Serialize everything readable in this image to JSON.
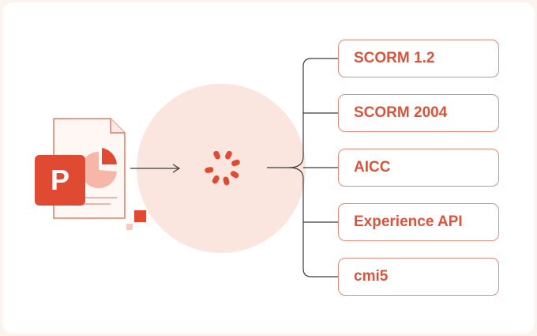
{
  "source": {
    "icon": "powerpoint-file-icon",
    "badge_letter": "P"
  },
  "converter": {
    "icon": "ispring-sunburst-icon"
  },
  "outputs": [
    {
      "label": "SCORM 1.2"
    },
    {
      "label": "SCORM 2004"
    },
    {
      "label": "AICC"
    },
    {
      "label": "Experience API"
    },
    {
      "label": "cmi5"
    }
  ],
  "colors": {
    "accent": "#d9533d",
    "box_border": "#e98877",
    "halo": "#fbe5df",
    "badge": "#e04a33",
    "connector": "#3a3a3a",
    "page_bg": "#fdf3ee"
  }
}
